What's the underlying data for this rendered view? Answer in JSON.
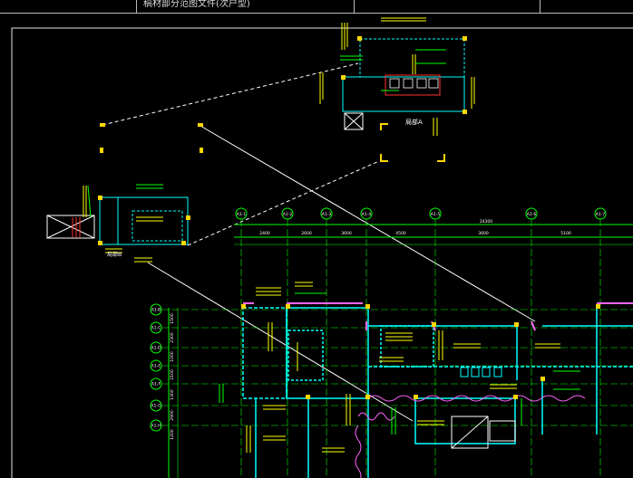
{
  "title_bar": {
    "text": "稿材部分范图文件(次户型)"
  },
  "colors": {
    "background": "#000000",
    "frame": "#e6e6e6",
    "axis": "#00ff00",
    "grid_line": "#00ff00",
    "wall": "#00ffff",
    "label": "#ffff00",
    "column_marker": "#ffd700",
    "callout": "#ffffff",
    "accent_red": "#ff3030",
    "opening": "#ff66ff"
  },
  "axes_top": [
    "A1-1",
    "A1-2",
    "A1-3",
    "A1-4",
    "A1-5",
    "A1-6",
    "A1-7"
  ],
  "axis_top_dims": [
    "2400",
    "2600",
    "3600",
    "4500",
    "3600",
    "5100",
    "24300"
  ],
  "axes_left": [
    "A1-B",
    "A1-C",
    "A1-D",
    "A1-E",
    "A1-F",
    "A1-G",
    "A1-H"
  ],
  "axis_left_dims": [
    "1500",
    "2300",
    "1000",
    "2100",
    "1300",
    "2900",
    "1200"
  ],
  "detail_labels": {
    "detail_top_caption": "局部A",
    "detail_left_caption": "局部B"
  }
}
